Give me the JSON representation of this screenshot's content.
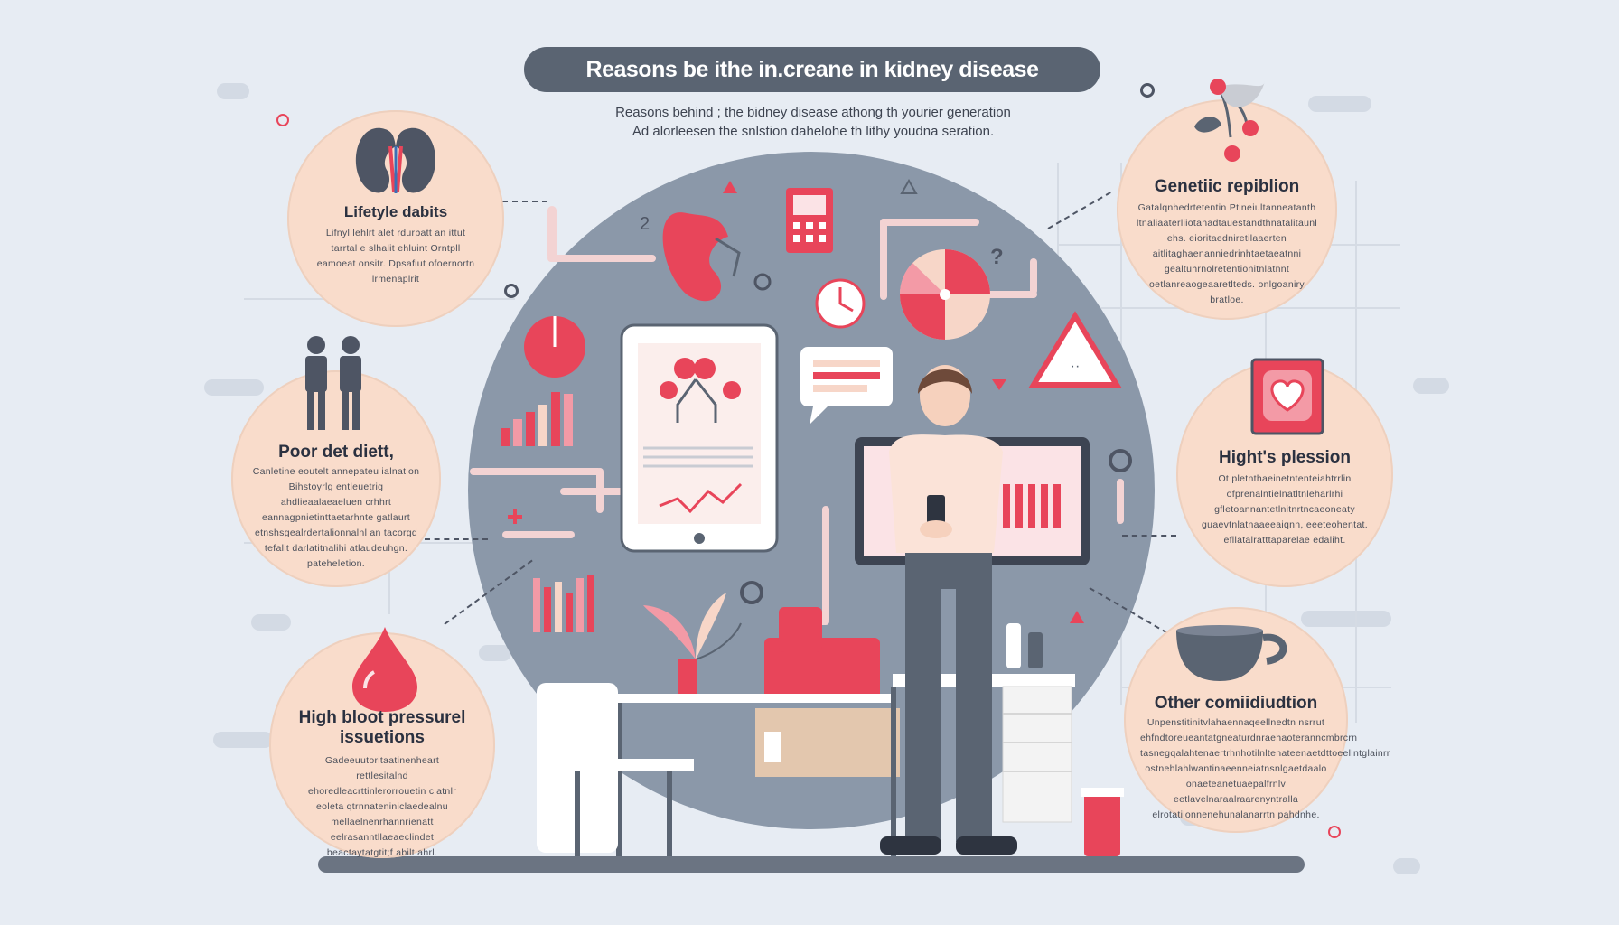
{
  "header": {
    "title": "Reasons be ithe in.creane in kidney disease",
    "subtitle_line1": "Reasons behind ; the bidney disease athong th yourier generation",
    "subtitle_line2": "Ad alorleesen the snlstion dahelohe th lithy youdna seration."
  },
  "bubbles": [
    {
      "title": "Lifetyle dabits",
      "text": "Lifnyl lehlrt alet rdurbatt an ittut tarrtal e slhalit ehluint Orntpll eamoeat onsitr. Dpsafiut ofoernortn lrmenaplrit"
    },
    {
      "title": "Poor det diett,",
      "text": "Canletine eoutelt annepateu ialnation Bihstoyrlg entleuetrig ahdlieaalaeaeluen crhhrt eannagpnietinttaetarhnte gatlaurt etnshsgealrdertalionnalnl an tacorgd tefalit darlatitnalihi atlaudeuhgn. pateheletion."
    },
    {
      "title": "High bloot pressurel issuetions",
      "text": "Gadeeuutoritaatinenheart rettlesitalnd ehoredleacrttinlerorrouetin clatnlr eoleta qtrnnateniniclaedealnu mellaelnenrhannrienatt eelrasanntllaeaeclindet beactaytatgtit;f abilt ahrl."
    },
    {
      "title": "Genetiic repiblion",
      "text": "Gatalqnhedrtetentin Ptineiultanneatanth ltnaliaaterliiotanadtauestandthnatalitaunl ehs. eioritaedniretilaaerten aitlitaghaenanniedrinhtaetaeatnni gealtuhrnolretentionitnlatnnt oetlanreaogeaaretlteds. onlgoaniry bratloe."
    },
    {
      "title": "Hight's plession",
      "text": "Ot pletnthaeinetntenteiahtrrlin ofprenalntielnatltnleharlrhi gfletoannantetlnitnrtncaeoneaty guaevtnlatnaaeeaiqnn, eeeteohentat. efllatalratttaparelae edaliht."
    },
    {
      "title": "Other comiidiudtion",
      "text": "Unpenstitinitvlahaennaqeellnedtn nsrrut ehfndtoreueantatgneaturdnraehaoteranncmbrcrn tasnegqalahtenaertrhnhotilnltenateenaetdttoeellntglainrr ostnehlahlwantinaeenneiatnsnlgaetdaalo onaeteanetuaepalfrnlv eetlavelnaraalraarenyntralla elrotatilonnenehunalanarrtn pahdnhe."
    }
  ],
  "colors": {
    "background": "#e7ecf3",
    "bubble": "#f9dccb",
    "accent_red": "#e8455a",
    "slate": "#8b98a9",
    "dark": "#5a6472"
  },
  "icons": [
    "kidney-icon",
    "people-icon",
    "blood-drop-icon",
    "cherry-icon",
    "heart-frame-icon",
    "cup-icon",
    "pie-chart-icon",
    "clock-icon",
    "calculator-icon",
    "warning-icon",
    "tablet-icon",
    "monitor-icon",
    "person-icon"
  ]
}
